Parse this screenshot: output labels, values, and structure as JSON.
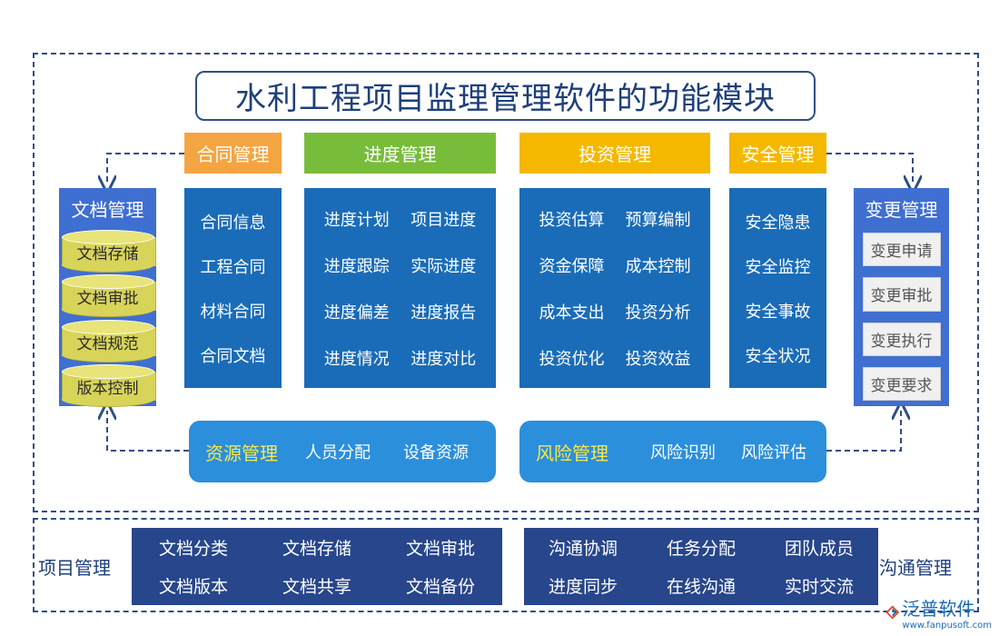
{
  "title": "水利工程项目监理管理软件的功能模块",
  "modules": {
    "contract": {
      "header": "合同管理",
      "items": [
        "合同信息",
        "工程合同",
        "材料合同",
        "合同文档"
      ],
      "color": "#f5a442"
    },
    "progress": {
      "header": "进度管理",
      "items": [
        "进度计划",
        "项目进度",
        "进度跟踪",
        "实际进度",
        "进度偏差",
        "进度报告",
        "进度情况",
        "进度对比"
      ],
      "color": "#78bc3c"
    },
    "investment": {
      "header": "投资管理",
      "items": [
        "投资估算",
        "预算编制",
        "资金保障",
        "成本控制",
        "成本支出",
        "投资分析",
        "投资优化",
        "投资效益"
      ],
      "color": "#f5b800"
    },
    "safety": {
      "header": "安全管理",
      "items": [
        "安全隐患",
        "安全监控",
        "安全事故",
        "安全状况"
      ],
      "color": "#f5b800"
    }
  },
  "document": {
    "title": "文档管理",
    "items": [
      "文档存储",
      "文档审批",
      "文档规范",
      "版本控制"
    ]
  },
  "change": {
    "title": "变更管理",
    "items": [
      "变更申请",
      "变更审批",
      "变更执行",
      "变更要求"
    ]
  },
  "resource": {
    "title": "资源管理",
    "items": [
      "人员分配",
      "设备资源"
    ]
  },
  "risk": {
    "title": "风险管理",
    "items": [
      "风险识别",
      "风险评估"
    ]
  },
  "project_mgmt": {
    "label": "项目管理",
    "items": [
      "文档分类",
      "文档存储",
      "文档审批",
      "文档版本",
      "文档共享",
      "文档备份"
    ]
  },
  "comm_mgmt": {
    "label": "沟通管理",
    "items": [
      "沟通协调",
      "任务分配",
      "团队成员",
      "进度同步",
      "在线沟通",
      "实时交流"
    ]
  },
  "brand": {
    "name": "泛普软件",
    "url": "www.fanpusoft.com"
  }
}
